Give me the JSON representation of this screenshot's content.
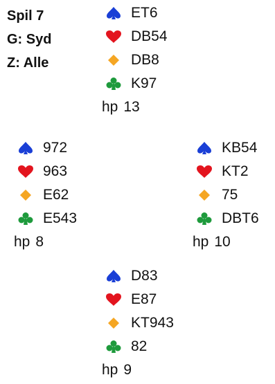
{
  "info": {
    "board": "Spil 7",
    "dealer": "G: Syd",
    "vulnerability": "Z: Alle"
  },
  "colors": {
    "spade": "#1a3fd6",
    "heart": "#e3141e",
    "diamond": "#f5a623",
    "club": "#1e9a3c"
  },
  "hands": {
    "north": {
      "spades": "ET6",
      "hearts": "DB54",
      "diamonds": "DB8",
      "clubs": "K97",
      "hp_label": "hp",
      "hp": "13"
    },
    "west": {
      "spades": "972",
      "hearts": "963",
      "diamonds": "E62",
      "clubs": "E543",
      "hp_label": "hp",
      "hp": "8"
    },
    "east": {
      "spades": "KB54",
      "hearts": "KT2",
      "diamonds": "75",
      "clubs": "DBT6",
      "hp_label": "hp",
      "hp": "10"
    },
    "south": {
      "spades": "D83",
      "hearts": "E87",
      "diamonds": "KT943",
      "clubs": "82",
      "hp_label": "hp",
      "hp": "9"
    }
  }
}
